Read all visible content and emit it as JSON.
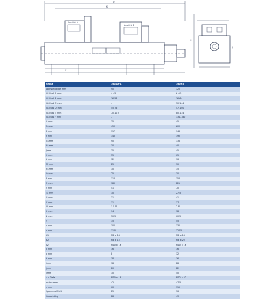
{
  "drawing": {
    "callouts": {
      "dim_d": "D",
      "dim_k": "K",
      "dim_v": "V",
      "dim_h": "H",
      "dim_j": "J",
      "label_a": "Ansicht A",
      "label_b": "Ansicht B"
    }
  },
  "table": {
    "headers": [
      "Größe",
      "160AA-A",
      "160H5"
    ],
    "rows": [
      [
        "Lochschraube mm",
        "90",
        "125"
      ],
      [
        "Gl. Maß A mm",
        "4-45",
        "6-40"
      ],
      [
        "Gl. Maß B mm",
        "16-58",
        "16-64"
      ],
      [
        "Gl. Maß C mm",
        "–",
        "50-144"
      ],
      [
        "Gl. Maß D mm",
        "45-76",
        "57-100"
      ],
      [
        "Gl. Maß E mm",
        "70-107",
        "80-134"
      ],
      [
        "Gl. Maß F mm",
        "–",
        "134-180"
      ],
      [
        "C mm",
        "35",
        "45"
      ],
      [
        "D mm",
        "450",
        "600"
      ],
      [
        "E mm",
        "117",
        "148"
      ],
      [
        "F mm",
        "345",
        "395"
      ],
      [
        "G₁ mm",
        "90",
        "136"
      ],
      [
        "H₁ mm",
        "30",
        "40"
      ],
      [
        "J mm",
        "35",
        "45"
      ],
      [
        "K mm",
        "55",
        "65"
      ],
      [
        "L mm",
        "12",
        "16"
      ],
      [
        "M mm",
        "25",
        "30"
      ],
      [
        "N₁ mm",
        "30",
        "35"
      ],
      [
        "O mm",
        "25",
        "30"
      ],
      [
        "P mm",
        "118",
        "158"
      ],
      [
        "R mm",
        "180",
        "221"
      ],
      [
        "S mm",
        "51",
        "70"
      ],
      [
        "T₁ mm",
        "30",
        "27.5"
      ],
      [
        "U mm",
        "31",
        "41"
      ],
      [
        "V mm",
        "11",
        "17"
      ],
      [
        "W mm",
        "1.5 M",
        "2 M"
      ],
      [
        "X mm",
        "14",
        "18"
      ],
      [
        "Z mm",
        "50.5",
        "60.5"
      ],
      [
        "Y",
        "35",
        "45"
      ],
      [
        "a mm",
        "100",
        "130"
      ],
      [
        "a mm",
        "1160",
        "1245"
      ],
      [
        "b1",
        "M8 x 14",
        "M8 x 14"
      ],
      [
        "b2",
        "M8 x 15",
        "M8 x 20"
      ],
      [
        "c2",
        "M10 x 16",
        "M10 x 16"
      ],
      [
        "d mm",
        "16",
        "16"
      ],
      [
        "g mm",
        "8",
        "12"
      ],
      [
        "h mm",
        "18",
        "16"
      ],
      [
        "i mm",
        "18",
        "28"
      ],
      [
        "j mm",
        "20",
        "22"
      ],
      [
        "l mm",
        "30",
        "40"
      ],
      [
        "4 x Tiefe",
        "M10 x 18",
        "M12 x 22"
      ],
      [
        "m₁/m₂ mm",
        "42",
        "47.5"
      ],
      [
        "n mm",
        "60",
        "115"
      ],
      [
        "Spannkraft kN",
        "25",
        "36"
      ],
      [
        "Gewicht kg",
        "28",
        "43"
      ]
    ]
  }
}
